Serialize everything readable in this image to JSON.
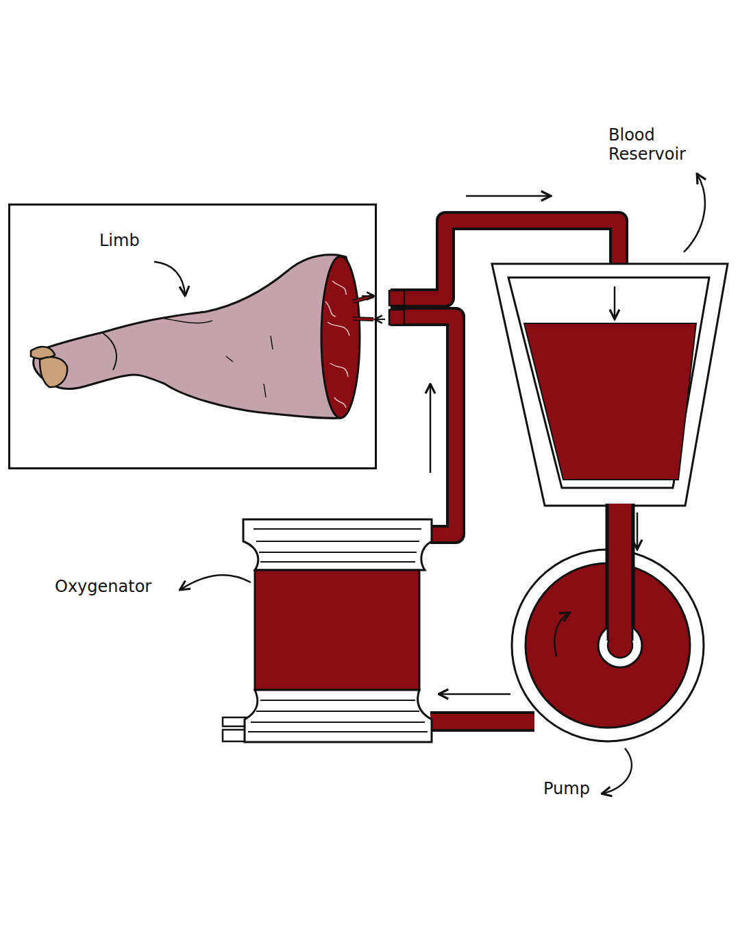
{
  "diagram": {
    "nodes": [
      {
        "text": [
          "Limb"
        ]
      }
    ],
    "labels": [
      "Blood Reservoir",
      "Oxygenator",
      "Pump"
    ]
  }
}
